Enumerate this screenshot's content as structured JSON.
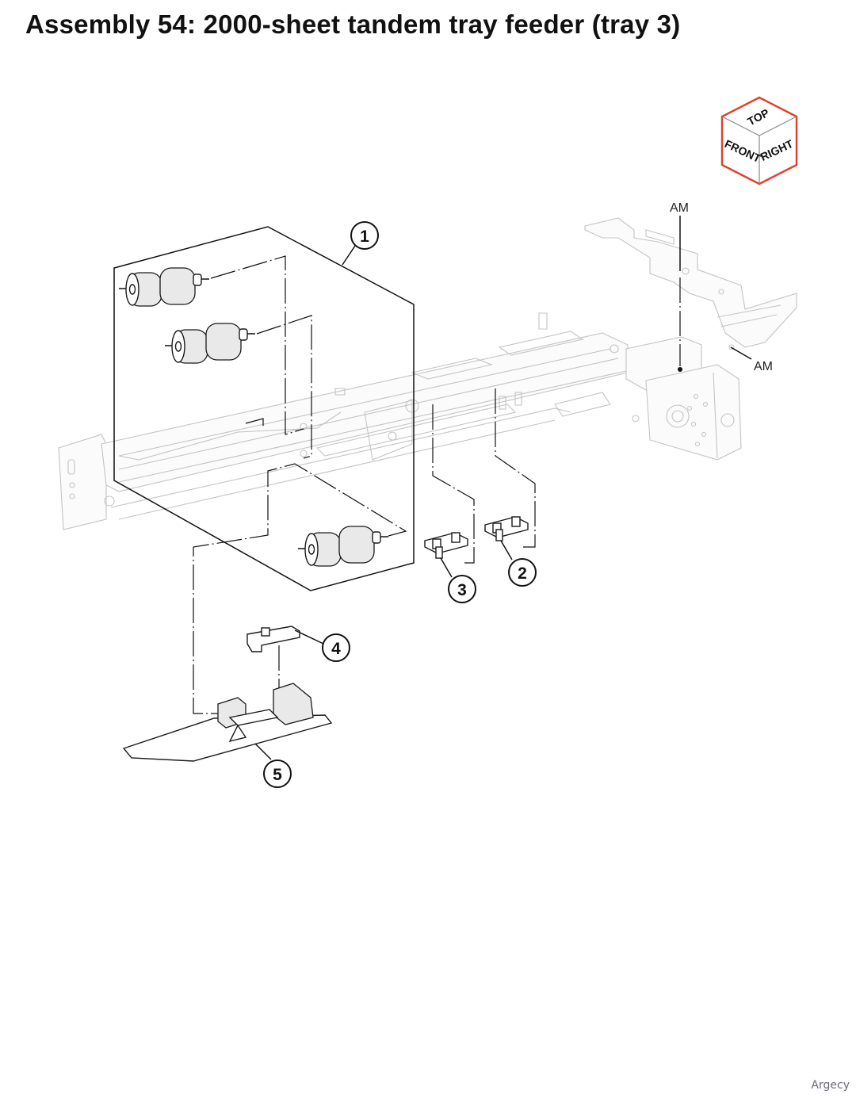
{
  "title": "Assembly 54: 2000-sheet tandem tray feeder (tray 3)",
  "callouts": [
    "1",
    "2",
    "3",
    "4",
    "5"
  ],
  "reference_labels": [
    "AM",
    "AM"
  ],
  "orientation_cube": {
    "top": "TOP",
    "front": "FRONT",
    "right": "RIGHT",
    "border_color": "#e0402a"
  },
  "watermark": "Argecy"
}
